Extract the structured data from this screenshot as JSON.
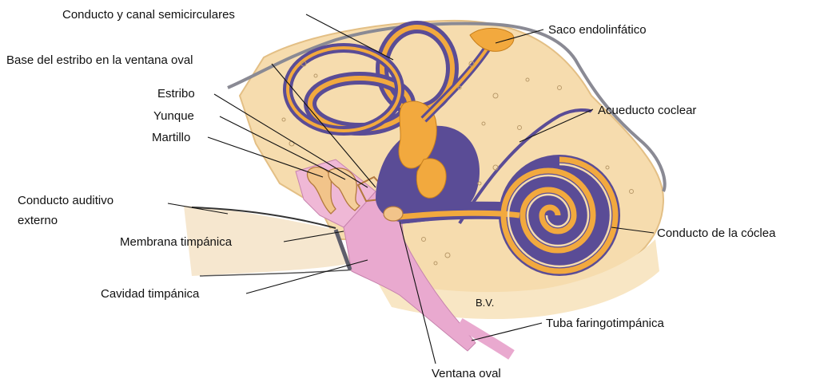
{
  "labels": {
    "semicircular": "Conducto y canal semicirculares",
    "stapes_base": "Base del estribo en la ventana oval",
    "stapes": "Estribo",
    "incus": "Yunque",
    "malleus": "Martillo",
    "external_canal_1": "Conducto auditivo",
    "external_canal_2": "externo",
    "tympanic_membrane": "Membrana timpánica",
    "tympanic_cavity": "Cavidad timpánica",
    "endolymphatic_sac": "Saco endolinfático",
    "cochlear_aqueduct": "Acueducto coclear",
    "cochlear_duct": "Conducto de la cóclea",
    "eustachian_tube": "Tuba faringotimpánica",
    "oval_window": "Ventana oval"
  },
  "signature": "B.V.",
  "colors": {
    "bone": "#f6dcae",
    "bone_edge": "#e9c58c",
    "perilymph": "#5a4c96",
    "endolymph": "#f2a93e",
    "cavity": "#e9a9cf",
    "canal": "#f4e2c4",
    "membrane": "#6b6b7a"
  }
}
